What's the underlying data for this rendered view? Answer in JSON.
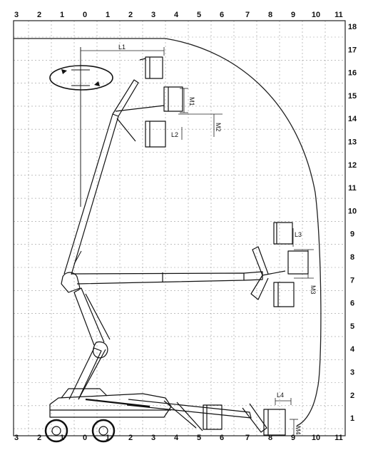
{
  "axes": {
    "top_labels": [
      "3",
      "2",
      "1",
      "0",
      "1",
      "2",
      "3",
      "4",
      "5",
      "6",
      "7",
      "8",
      "9",
      "10",
      "11"
    ],
    "bottom_labels": [
      "3",
      "2",
      "1",
      "0",
      "1",
      "2",
      "3",
      "4",
      "5",
      "6",
      "7",
      "8",
      "9",
      "10",
      "11"
    ],
    "right_labels": [
      "18",
      "17",
      "16",
      "15",
      "14",
      "13",
      "12",
      "11",
      "10",
      "9",
      "8",
      "7",
      "6",
      "5",
      "4",
      "3",
      "2",
      "1"
    ]
  },
  "dimension_labels": {
    "l1": "L1",
    "l2": "L2",
    "l3": "L3",
    "l4": "L4",
    "m1": "M1",
    "m2": "M2",
    "m3": "M3",
    "m4": "M4"
  }
}
